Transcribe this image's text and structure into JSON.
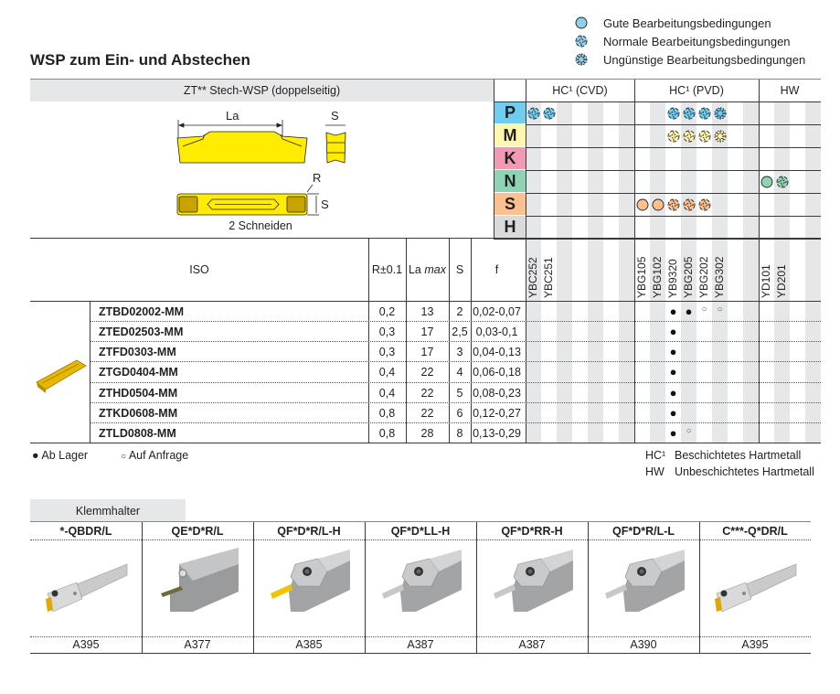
{
  "condition_legend": [
    {
      "icon": "good",
      "label": "Gute Bearbeitungsbedingungen"
    },
    {
      "icon": "normal",
      "label": "Normale Bearbeitungsbedingungen"
    },
    {
      "icon": "unfavorable",
      "label": "Ungünstige Bearbeitungsbedingungen"
    }
  ],
  "title": "WSP zum Ein- und Abstechen",
  "insert_header": "ZT** Stech-WSP (doppelseitig)",
  "drawing": {
    "la": "La",
    "s_top": "S",
    "r": "R",
    "s_side": "S",
    "caption": "2 Schneiden"
  },
  "groups": [
    {
      "label": "HC¹ (CVD)",
      "columns": 7
    },
    {
      "label": "HC¹ (PVD)",
      "columns": 8
    },
    {
      "label": "HW",
      "columns": 4
    }
  ],
  "colors": {
    "legend_icon": "#8fd0e8",
    "insert_yellow": "#ffec00",
    "stripe": "#e6e7e8"
  },
  "materials": [
    {
      "letter": "P",
      "color": "#6fcdf0",
      "marks": [
        {
          "col": 0,
          "icon": "normal"
        },
        {
          "col": 1,
          "icon": "normal"
        },
        {
          "col": 9,
          "icon": "normal"
        },
        {
          "col": 10,
          "icon": "normal"
        },
        {
          "col": 11,
          "icon": "normal"
        },
        {
          "col": 12,
          "icon": "unfavorable"
        }
      ]
    },
    {
      "letter": "M",
      "color": "#fff6b0",
      "marks": [
        {
          "col": 9,
          "icon": "normal"
        },
        {
          "col": 10,
          "icon": "normal"
        },
        {
          "col": 11,
          "icon": "normal"
        },
        {
          "col": 12,
          "icon": "unfavorable"
        }
      ]
    },
    {
      "letter": "K",
      "color": "#f29ab4",
      "marks": []
    },
    {
      "letter": "N",
      "color": "#8fd3b5",
      "marks": [
        {
          "col": 15,
          "icon": "good"
        },
        {
          "col": 16,
          "icon": "normal"
        }
      ]
    },
    {
      "letter": "S",
      "color": "#fcc08e",
      "marks": [
        {
          "col": 7,
          "icon": "good"
        },
        {
          "col": 8,
          "icon": "good"
        },
        {
          "col": 9,
          "icon": "normal"
        },
        {
          "col": 10,
          "icon": "normal"
        },
        {
          "col": 11,
          "icon": "normal"
        }
      ]
    },
    {
      "letter": "H",
      "color": "#d9dadc",
      "marks": []
    }
  ],
  "grades": [
    {
      "col": 0,
      "name": "YBC252"
    },
    {
      "col": 1,
      "name": "YBC251"
    },
    {
      "col": 7,
      "name": "YBG105"
    },
    {
      "col": 8,
      "name": "YBG102"
    },
    {
      "col": 9,
      "name": "YB9320"
    },
    {
      "col": 10,
      "name": "YBG205"
    },
    {
      "col": 11,
      "name": "YBG202"
    },
    {
      "col": 12,
      "name": "YBG302"
    },
    {
      "col": 15,
      "name": "YD101"
    },
    {
      "col": 16,
      "name": "YD201"
    }
  ],
  "columns": {
    "iso": "ISO",
    "r": "R±0.1",
    "la": "La",
    "la_suffix": "max",
    "s": "S",
    "f": "f"
  },
  "rows": [
    {
      "iso": "ZTBD02002-MM",
      "r": "0,2",
      "la": "13",
      "s": "2",
      "f": "0,02-0,07",
      "avail": [
        {
          "col": 9,
          "type": "stock"
        },
        {
          "col": 10,
          "type": "stock"
        },
        {
          "col": 11,
          "type": "request"
        },
        {
          "col": 12,
          "type": "request"
        }
      ]
    },
    {
      "iso": "ZTED02503-MM",
      "r": "0,3",
      "la": "17",
      "s": "2,5",
      "f": "0,03-0,1",
      "avail": [
        {
          "col": 9,
          "type": "stock"
        }
      ]
    },
    {
      "iso": "ZTFD0303-MM",
      "r": "0,3",
      "la": "17",
      "s": "3",
      "f": "0,04-0,13",
      "avail": [
        {
          "col": 9,
          "type": "stock"
        }
      ]
    },
    {
      "iso": "ZTGD0404-MM",
      "r": "0,4",
      "la": "22",
      "s": "4",
      "f": "0,06-0,18",
      "avail": [
        {
          "col": 9,
          "type": "stock"
        }
      ]
    },
    {
      "iso": "ZTHD0504-MM",
      "r": "0,4",
      "la": "22",
      "s": "5",
      "f": "0,08-0,23",
      "avail": [
        {
          "col": 9,
          "type": "stock"
        }
      ]
    },
    {
      "iso": "ZTKD0608-MM",
      "r": "0,8",
      "la": "22",
      "s": "6",
      "f": "0,12-0,27",
      "avail": [
        {
          "col": 9,
          "type": "stock"
        }
      ]
    },
    {
      "iso": "ZTLD0808-MM",
      "r": "0,8",
      "la": "28",
      "s": "8",
      "f": "0,13-0,29",
      "avail": [
        {
          "col": 9,
          "type": "stock"
        },
        {
          "col": 10,
          "type": "request"
        }
      ]
    }
  ],
  "stock_legend": {
    "stock": "Ab Lager",
    "request": "Auf Anfrage"
  },
  "notes": [
    {
      "code": "HC¹",
      "text": "Beschichtetes Hartmetall"
    },
    {
      "code": "HW",
      "text": "Unbeschichtetes Hartmetall"
    }
  ],
  "holders": {
    "tab": "Klemmhalter",
    "items": [
      {
        "name": "*-QBDR/L",
        "page": "A395",
        "kind": "boring"
      },
      {
        "name": "QE*D*R/L",
        "page": "A377",
        "kind": "block"
      },
      {
        "name": "QF*D*R/L-H",
        "page": "A385",
        "kind": "head"
      },
      {
        "name": "QF*D*LL-H",
        "page": "A387",
        "kind": "head"
      },
      {
        "name": "QF*D*RR-H",
        "page": "A387",
        "kind": "head"
      },
      {
        "name": "QF*D*R/L-L",
        "page": "A390",
        "kind": "head"
      },
      {
        "name": "C***-Q*DR/L",
        "page": "A395",
        "kind": "boring"
      }
    ]
  }
}
